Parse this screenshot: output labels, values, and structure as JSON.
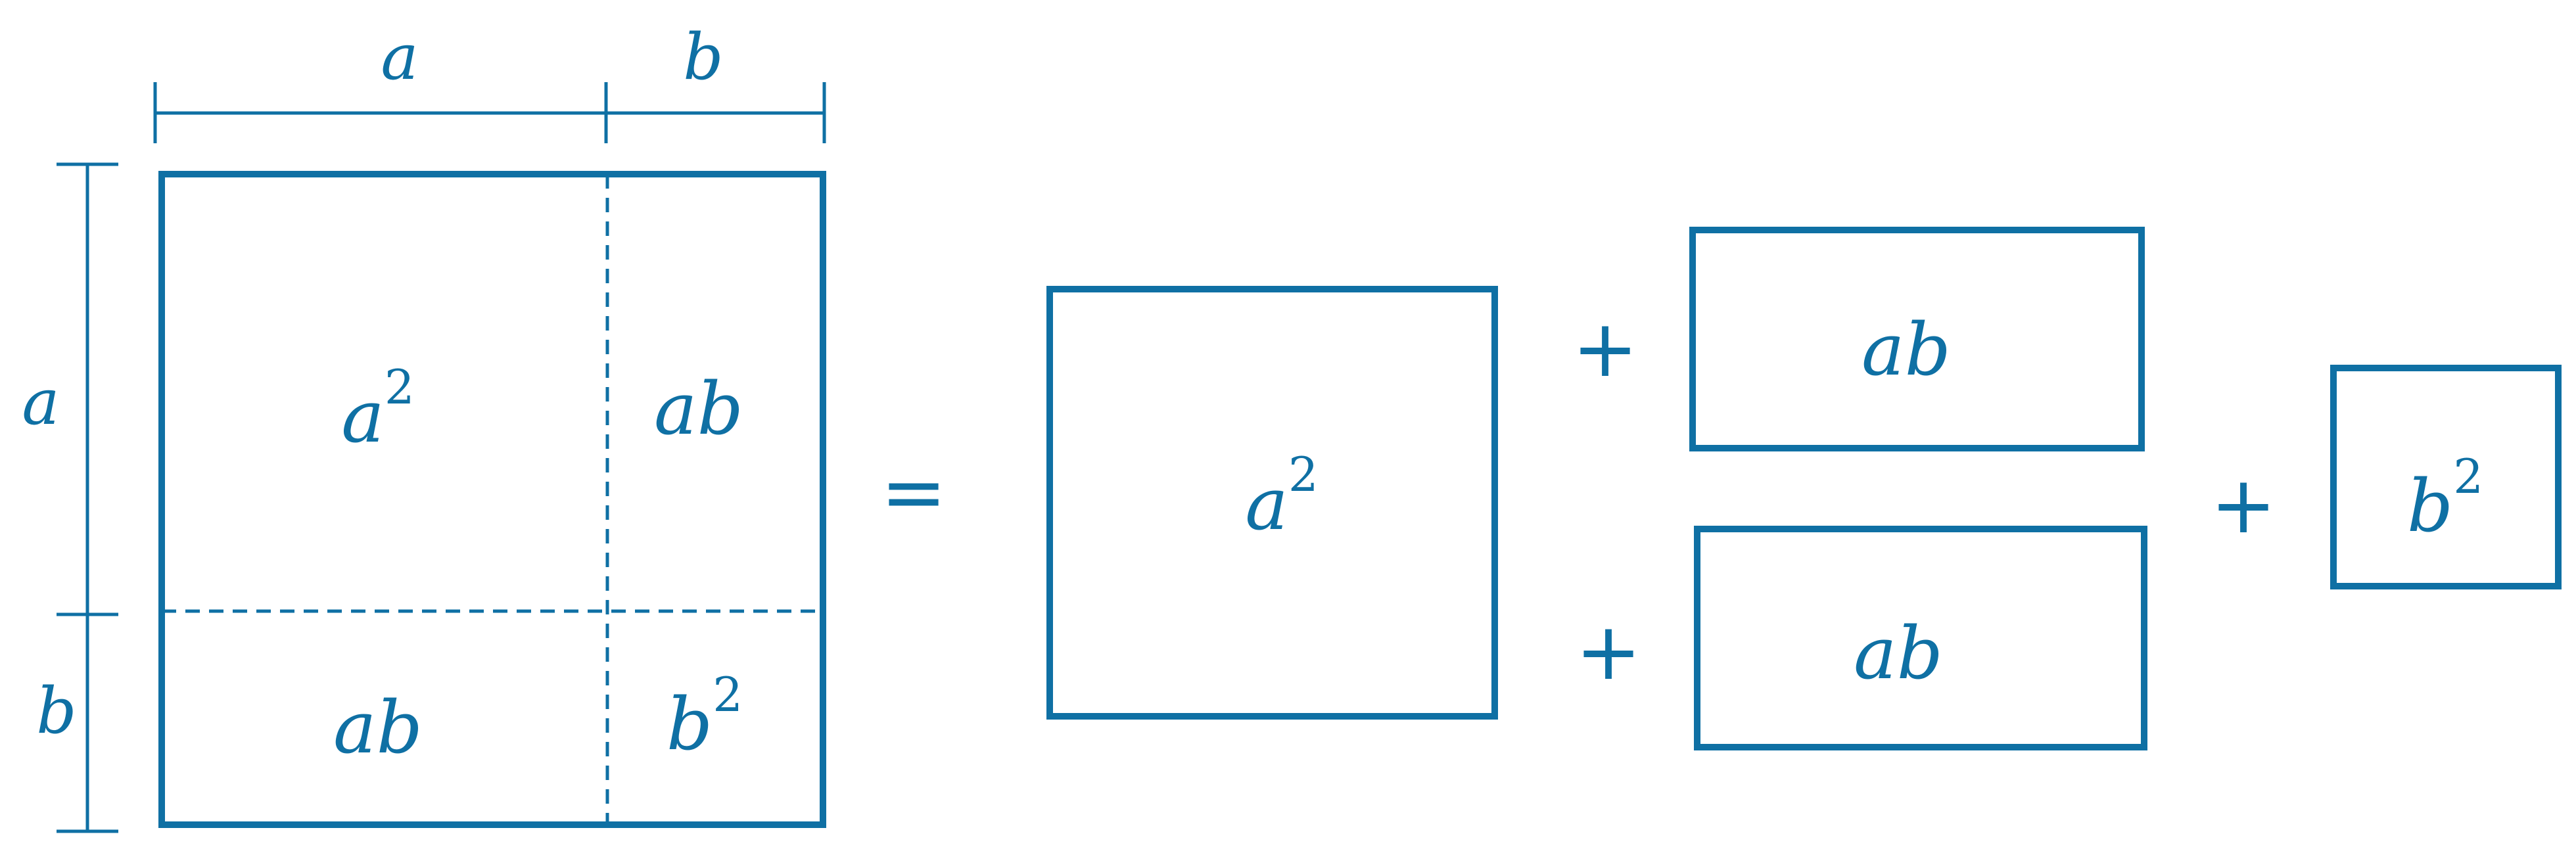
{
  "colors": {
    "stroke": "#0f70a4",
    "text": "#0f70a4",
    "background": "#ffffff"
  },
  "dimensions": {
    "top_a": "a",
    "top_b": "b",
    "left_a": "a",
    "left_b": "b"
  },
  "big_square": {
    "top_left": {
      "base": "a",
      "exp": "2"
    },
    "top_right": "ab",
    "bottom_left": "ab",
    "bottom_right": {
      "base": "b",
      "exp": "2"
    }
  },
  "equals": "=",
  "decomposition": {
    "square_a": {
      "base": "a",
      "exp": "2"
    },
    "plus_1": "+",
    "rect_ab_top": "ab",
    "plus_2": "+",
    "rect_ab_bottom": "ab",
    "plus_3": "+",
    "square_b": {
      "base": "b",
      "exp": "2"
    }
  }
}
